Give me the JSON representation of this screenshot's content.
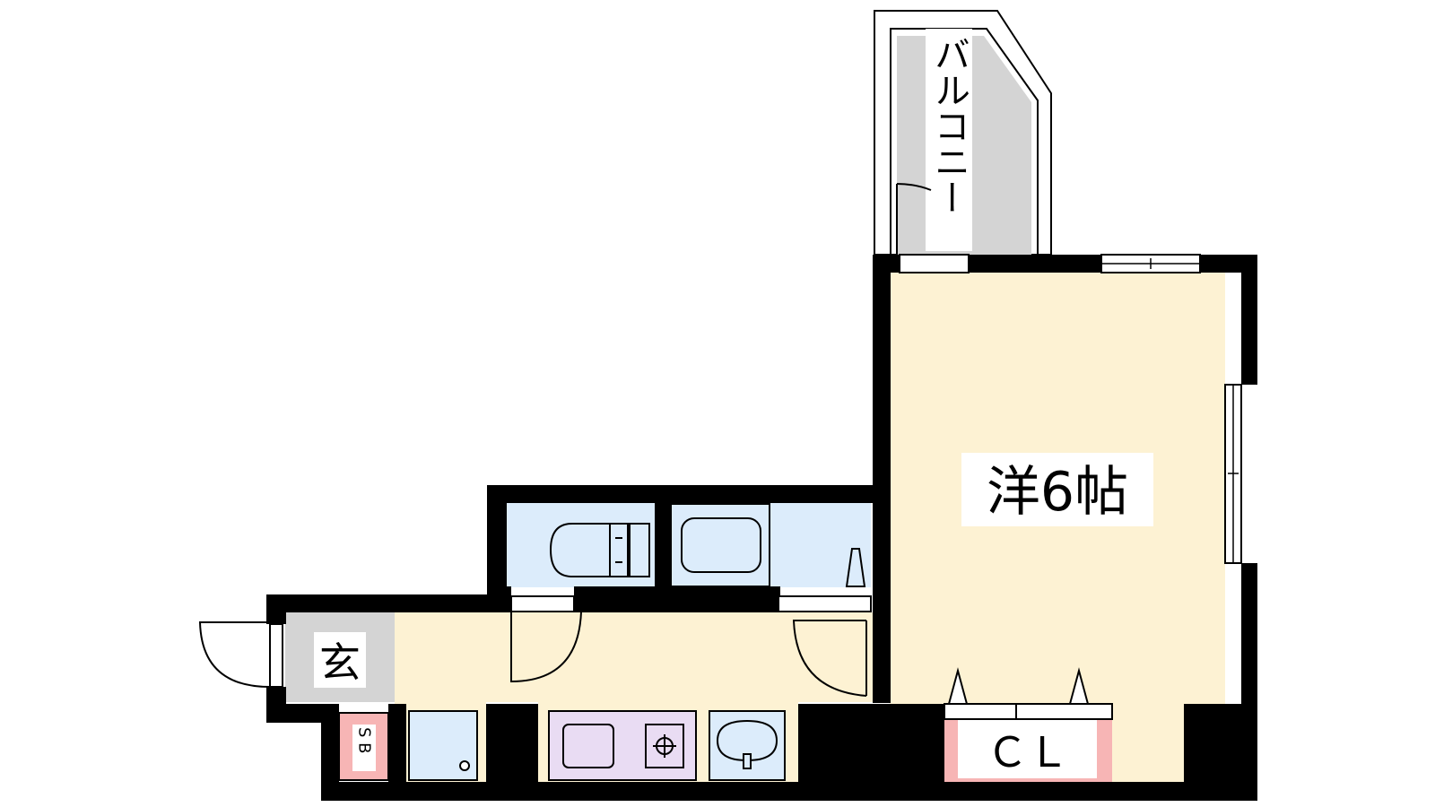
{
  "rooms": {
    "western_room": "洋6帖",
    "entrance": "玄",
    "closet": "ＣＬ",
    "shoe_box": "S B",
    "balcony": "バルコニー"
  },
  "colors": {
    "wall": "#000000",
    "living_floor": "#fdf2d3",
    "wet_area": "#dcecfb",
    "kitchen_counter": "#e9dcf3",
    "storage": "#f7b5b5",
    "entrance_floor": "#d4d4d4",
    "balcony_floor": "#d4d4d4"
  }
}
